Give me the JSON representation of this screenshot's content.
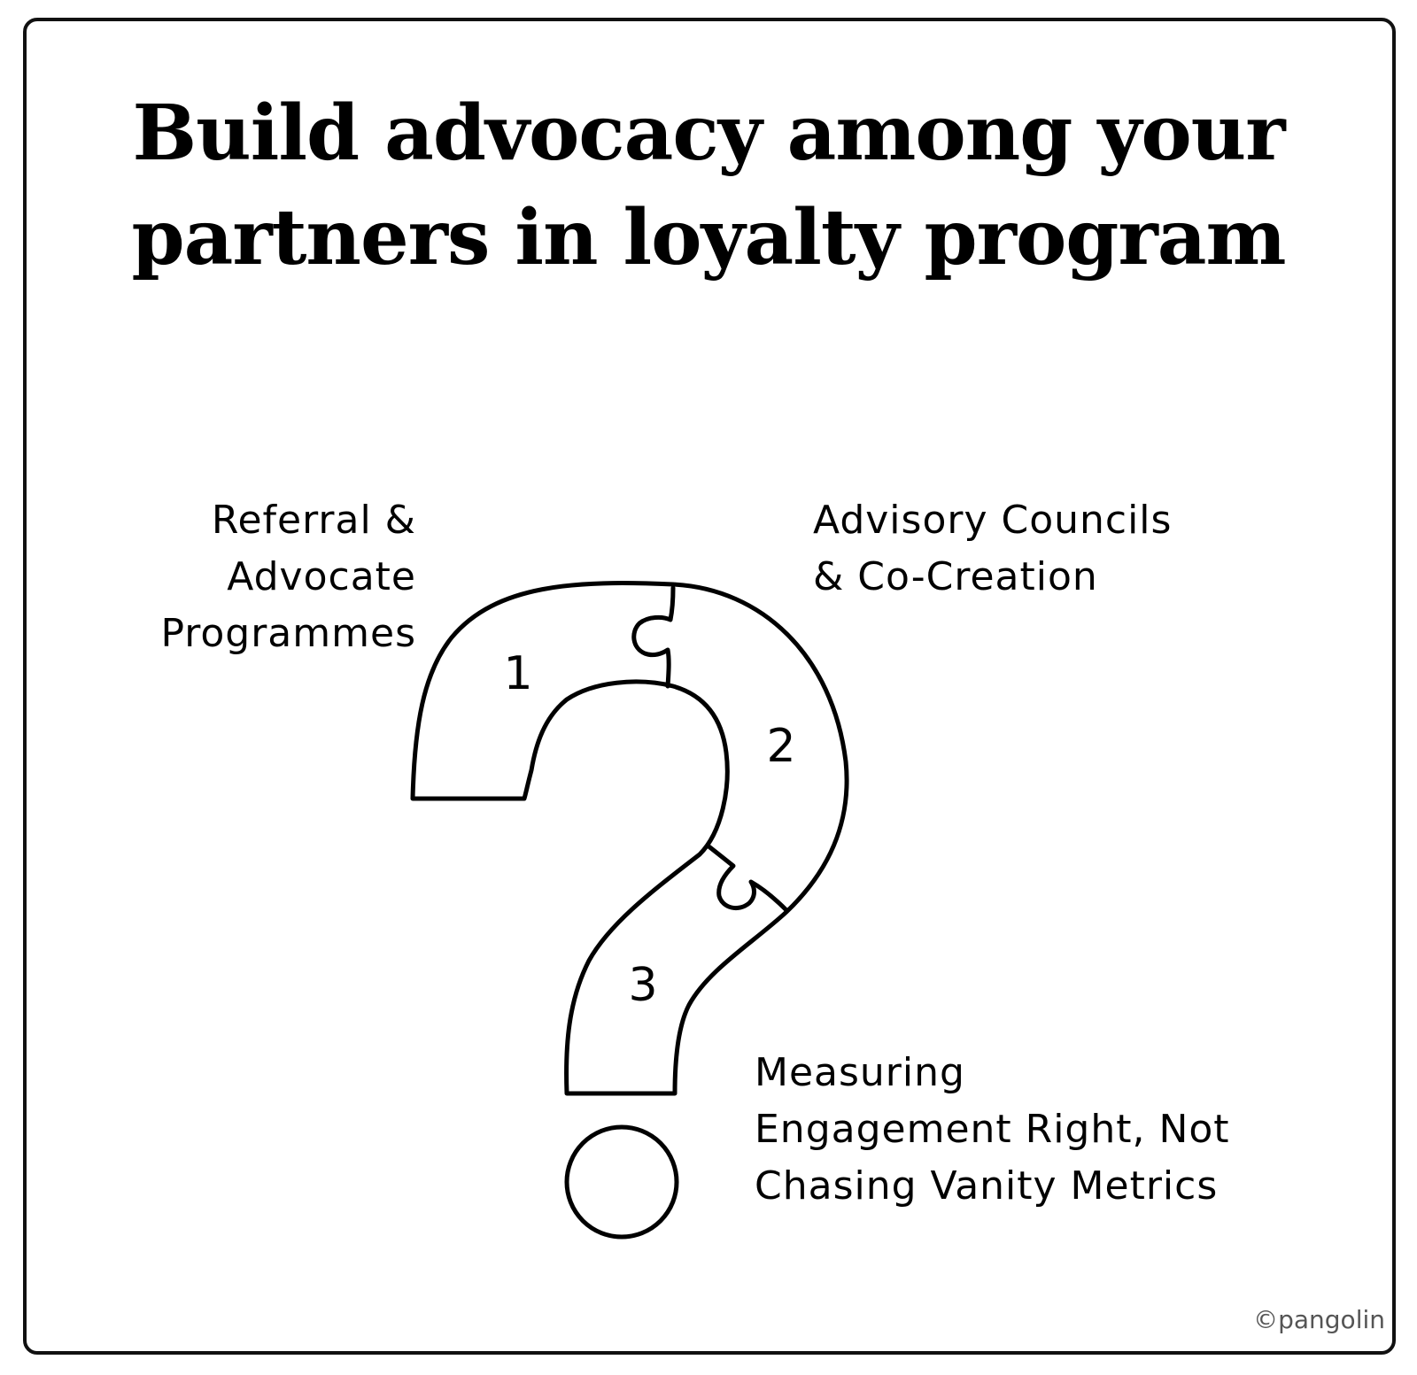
{
  "title": {
    "line1": "Build advocacy among your",
    "line2": "partners in loyalty program"
  },
  "segments": [
    {
      "number": "1",
      "label_lines": [
        "Referral &",
        "Advocate",
        "Programmes"
      ]
    },
    {
      "number": "2",
      "label_lines": [
        "Advisory Councils",
        "& Co-Creation"
      ]
    },
    {
      "number": "3",
      "label_lines": [
        "Measuring",
        "Engagement Right, Not",
        "Chasing Vanity Metrics"
      ]
    }
  ],
  "copyright": "©pangolin"
}
